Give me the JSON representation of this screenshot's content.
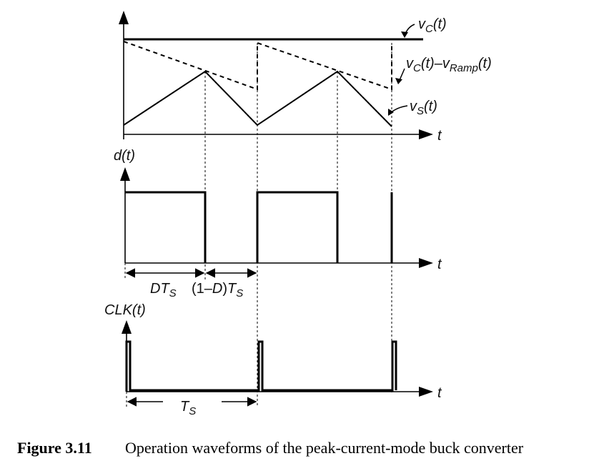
{
  "labels": {
    "vc": [
      "v",
      "C",
      "(t)"
    ],
    "vc_minus_ramp": [
      "v",
      "C",
      "(t)–v",
      "Ramp",
      "(t)"
    ],
    "vs": [
      "v",
      "S",
      "(t)"
    ],
    "t_axis": "t",
    "d_axis": "d(t)",
    "dts": [
      "DT",
      "S"
    ],
    "one_minus_d": [
      "(1–",
      "D",
      ")",
      "T",
      "S"
    ],
    "clk_axis": "CLK(t)",
    "ts": [
      "T",
      "S"
    ]
  },
  "caption": {
    "number": "Figure 3.11",
    "text": "Operation waveforms of the peak-current-mode buck converter"
  }
}
